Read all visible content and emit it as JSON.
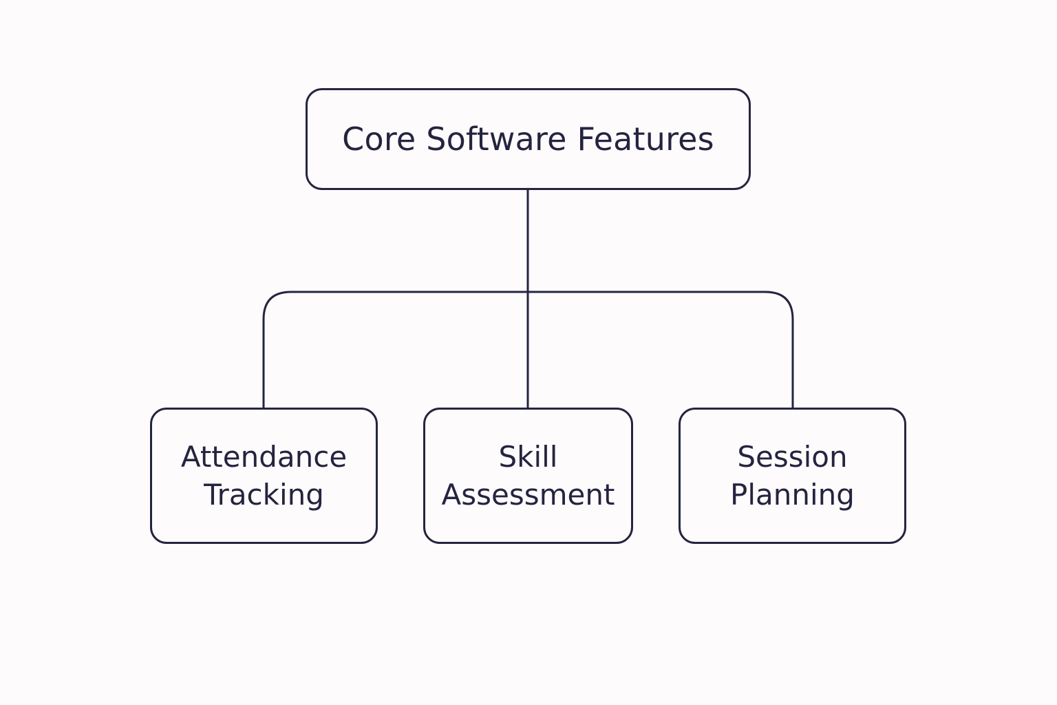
{
  "diagram": {
    "root": {
      "label": "Core Software Features"
    },
    "children": [
      {
        "line1": "Attendance",
        "line2": "Tracking"
      },
      {
        "line1": "Skill",
        "line2": "Assessment"
      },
      {
        "line1": "Session",
        "line2": "Planning"
      }
    ]
  },
  "colors": {
    "background": "#fdfbfc",
    "stroke": "#25243f",
    "text": "#25243f"
  }
}
